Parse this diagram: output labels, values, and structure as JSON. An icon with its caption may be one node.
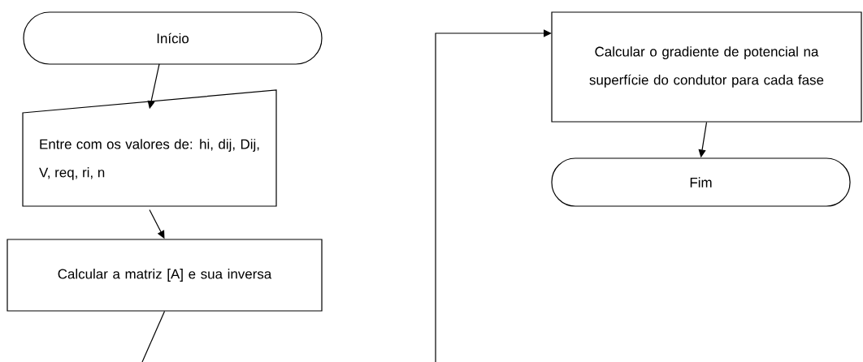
{
  "diagram": {
    "nodes": [
      {
        "text": [
          "Início"
        ]
      },
      {
        "text": [
          "Entre com os valores de: hi, dij, Dij, V, req, ri, n"
        ]
      },
      {
        "text": [
          "Calcular a matriz [A] e sua inversa"
        ]
      },
      {
        "text": [
          "Calcular o gradiente de potencial na superfície do condutor para cada fase"
        ]
      },
      {
        "text": [
          "Fim"
        ]
      }
    ],
    "edges": [
      {
        "from": 0,
        "to": 1,
        "arrow": "to"
      },
      {
        "from": 1,
        "to": 2,
        "arrow": "to"
      },
      {
        "from": 2,
        "to": null,
        "arrow": "none"
      },
      {
        "from": null,
        "to": 3,
        "arrow": "to"
      },
      {
        "from": 3,
        "to": 4,
        "arrow": "to"
      }
    ]
  }
}
